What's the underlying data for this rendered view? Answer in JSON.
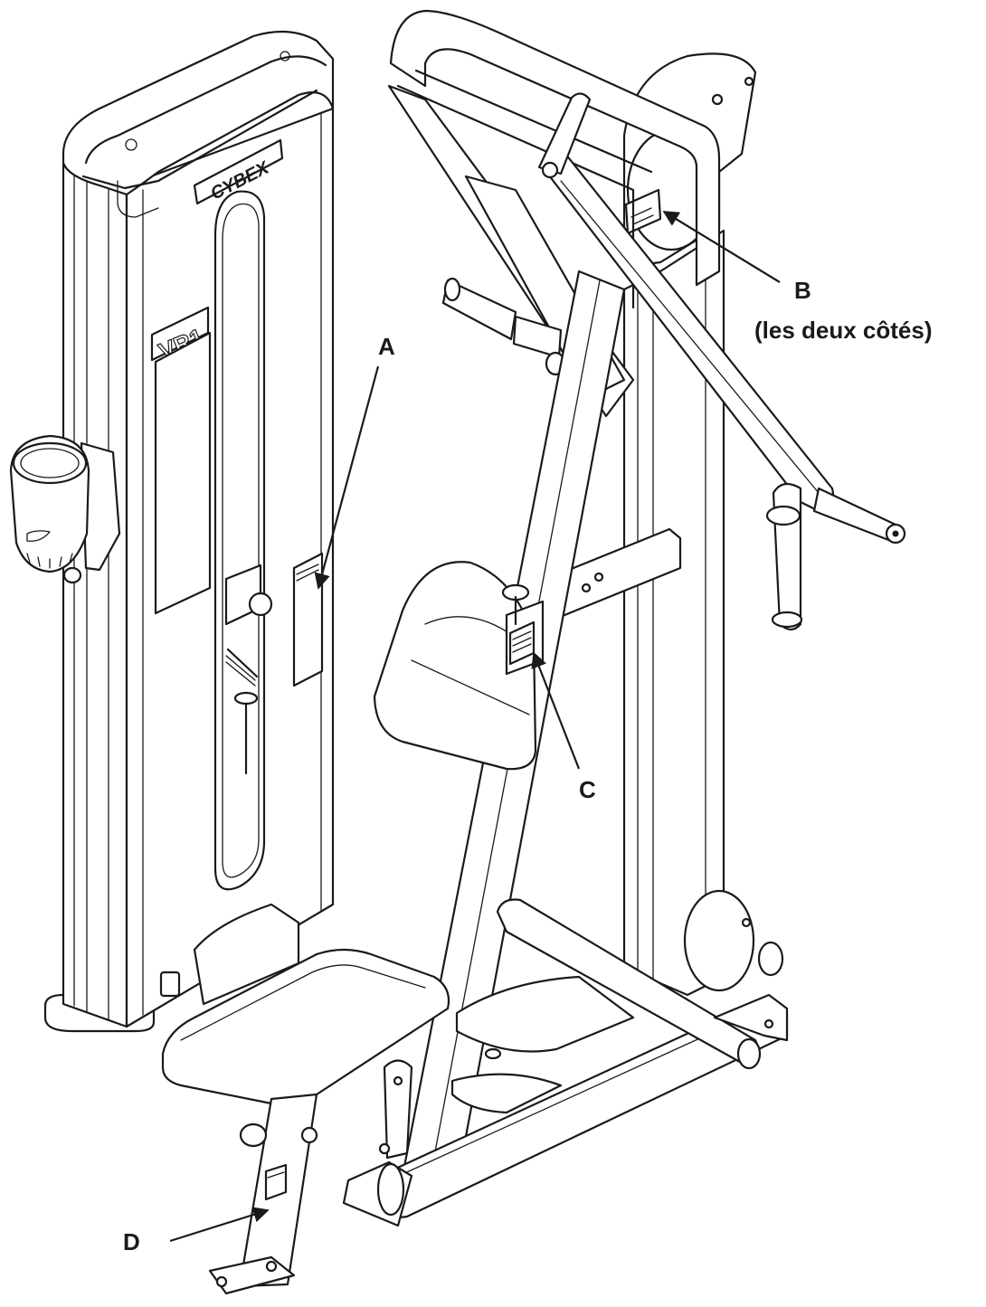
{
  "machine": {
    "brand": "CYBEX",
    "model": "VR1"
  },
  "callouts": {
    "a": {
      "label": "A"
    },
    "b": {
      "label": "B",
      "sublabel": "(les deux côtés)"
    },
    "c": {
      "label": "C"
    },
    "d": {
      "label": "D"
    }
  }
}
